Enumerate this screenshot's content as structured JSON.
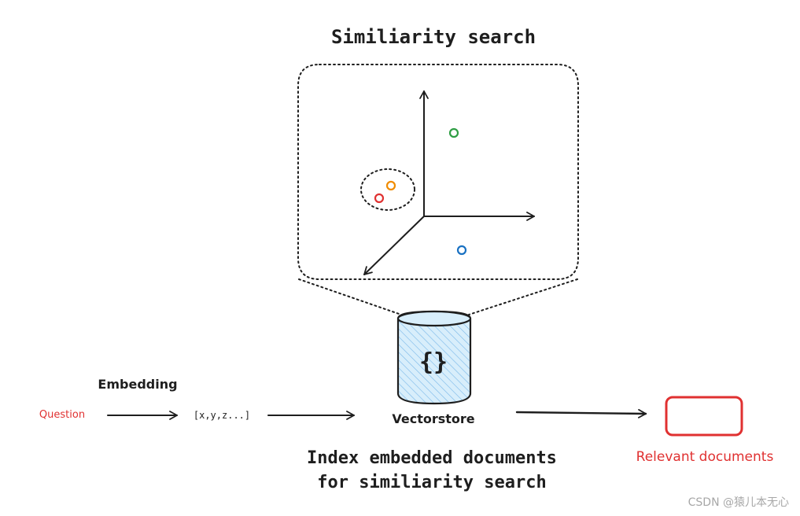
{
  "diagram": {
    "title": "Similiarity search",
    "question_label": "Question",
    "embedding_label": "Embedding",
    "vector_label": "[x,y,z...]",
    "vectorstore_label": "Vectorstore",
    "vectorstore_symbol": "{}",
    "caption_line1": "Index embedded documents",
    "caption_line2": "for similiarity search",
    "relevant_documents_label": "Relevant documents",
    "watermark": "CSDN @猿儿本无心"
  },
  "colors": {
    "ink": "#1e1e1e",
    "red": "#e03131",
    "orange": "#f08c00",
    "green": "#2f9e44",
    "blue": "#1971c2",
    "cylinder_fill": "#d8eefb",
    "watermark": "#a7a7a7"
  }
}
